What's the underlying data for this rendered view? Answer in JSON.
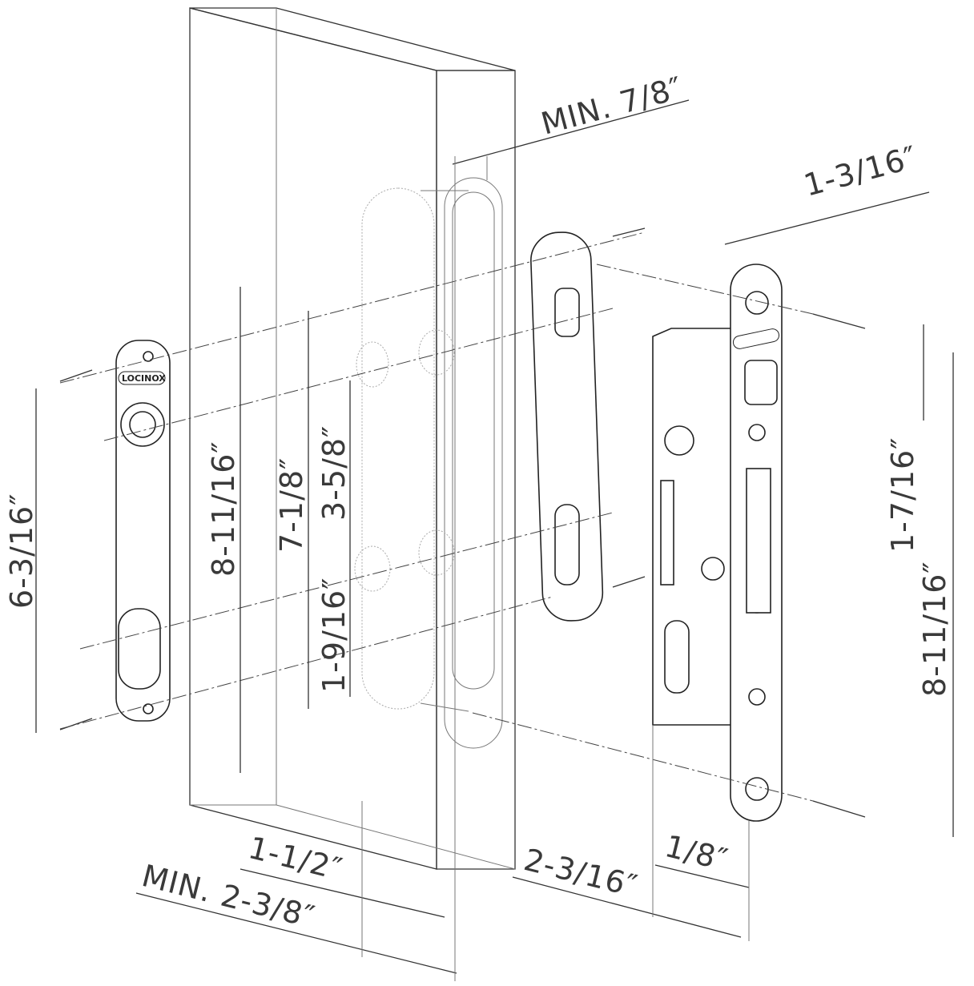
{
  "title": "Mortice lock installation dimensions",
  "brand_logo": "LOCINOX",
  "dimensions": {
    "min_profile_depth": "MIN. 7/8″",
    "faceplate_width": "1-3/16″",
    "handle_plate_screw_spacing": "6-3/16″",
    "outer_hole_spacing": "8-11/16″",
    "inner_hole_spacing": "7-1/8″",
    "handle_to_cylinder": "3-5/8″",
    "cylinder_hole_height": "1-9/16″",
    "latch_offset": "1-7/16″",
    "faceplate_screw_spacing": "8-11/16″",
    "profile_wall": "1-1/2″",
    "min_profile_width": "MIN. 2-3/8″",
    "backset": "2-3/16″",
    "faceplate_thickness": "1/8″"
  }
}
